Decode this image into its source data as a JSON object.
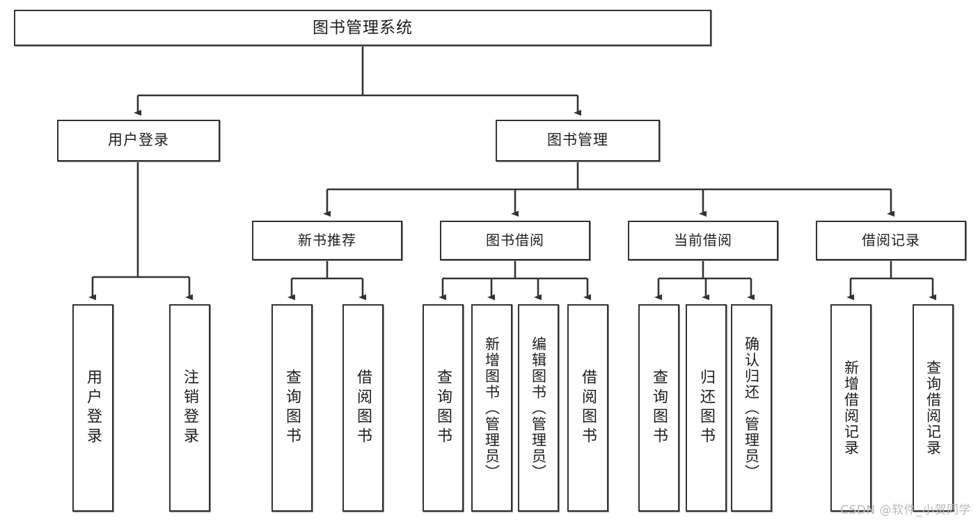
{
  "diagram": {
    "title": "图书管理系统",
    "type": "tree",
    "root": {
      "label": "图书管理系统",
      "level": 1
    },
    "level2": [
      {
        "label": "用户登录"
      },
      {
        "label": "图书管理"
      }
    ],
    "level3": [
      {
        "label": "新书推荐",
        "parent": "图书管理"
      },
      {
        "label": "图书借阅",
        "parent": "图书管理"
      },
      {
        "label": "当前借阅",
        "parent": "图书管理"
      },
      {
        "label": "借阅记录",
        "parent": "图书管理"
      }
    ],
    "leaves": {
      "user_login": [
        {
          "label": "用户登录"
        },
        {
          "label": "注销登录"
        }
      ],
      "new_book": [
        {
          "label": "查询图书"
        },
        {
          "label": "借阅图书"
        }
      ],
      "book_borrow": [
        {
          "label": "查询图书"
        },
        {
          "label": "新增图书（管理员）"
        },
        {
          "label": "编辑图书（管理员）"
        },
        {
          "label": "借阅图书"
        }
      ],
      "current_borrow": [
        {
          "label": "查询图书"
        },
        {
          "label": "归还图书"
        },
        {
          "label": "确认归还（管理员）"
        }
      ],
      "borrow_record": [
        {
          "label": "新增借阅记录"
        },
        {
          "label": "查询借阅记录"
        }
      ]
    }
  },
  "watermark": {
    "text": "CSDN @软件_小贺同学"
  },
  "colors": {
    "border": "#333333",
    "background": "#ffffff",
    "text": "#1d1d1d",
    "connector": "#333333",
    "watermark": "#b9b9b9"
  }
}
